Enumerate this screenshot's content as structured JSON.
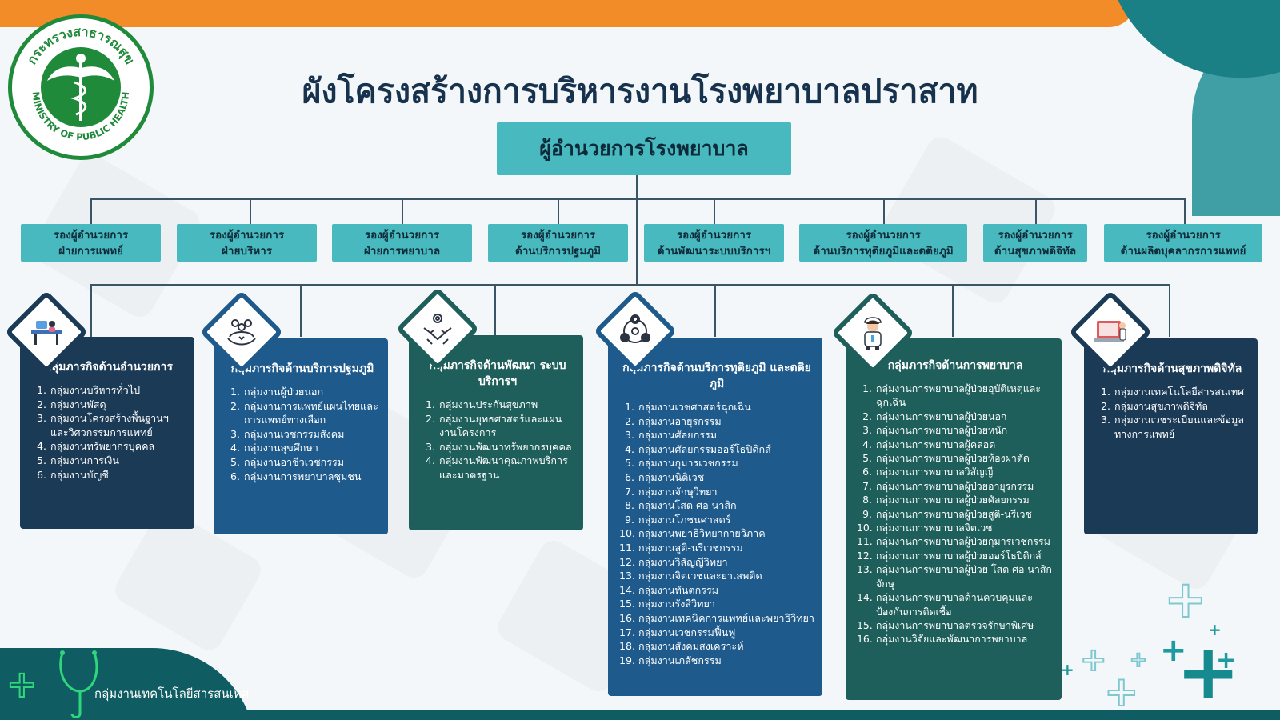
{
  "logo": {
    "text_th": "กระทรวงสาธารณสุข",
    "text_en": "MINISTRY OF PUBLIC HEALTH"
  },
  "title": "ผังโครงสร้างการบริหารงานโรงพยาบาลปราสาท",
  "director": "ผู้อำนวยการโรงพยาบาล",
  "deputies": [
    {
      "line1": "รองผู้อำนวยการ",
      "line2": "ฝ่ายการแพทย์"
    },
    {
      "line1": "รองผู้อำนวยการ",
      "line2": "ฝ่ายบริหาร"
    },
    {
      "line1": "รองผู้อำนวยการ",
      "line2": "ฝ่ายการพยาบาล"
    },
    {
      "line1": "รองผู้อำนวยการ",
      "line2": "ด้านบริการปฐมภูมิ"
    },
    {
      "line1": "รองผู้อำนวยการ",
      "line2": "ด้านพัฒนาระบบบริการฯ"
    },
    {
      "line1": "รองผู้อำนวยการ",
      "line2": "ด้านบริการทุติยภูมิและตติยภูมิ"
    },
    {
      "line1": "รองผู้อำนวยการ",
      "line2": "ด้านสุขภาพดิจิทัล"
    },
    {
      "line1": "รองผู้อำนวยการ",
      "line2": "ด้านผลิตบุคลากรการแพทย์"
    }
  ],
  "groups": [
    {
      "title": "กลุ่มภารกิจด้านอำนวยการ",
      "icon": "office-work-icon",
      "color": "#1b3a56",
      "items": [
        "กลุ่มงานบริหารทั่วไป",
        "กลุ่มงานพัสดุ",
        "กลุ่มงานโครงสร้างพื้นฐานฯและวิศวกรรมการแพทย์",
        "กลุ่มงานทรัพยากรบุคคล",
        "กลุ่มงานการเงิน",
        "กลุ่มงานบัญชี"
      ]
    },
    {
      "title": "กลุ่มภารกิจด้านบริการปฐมภูมิ",
      "icon": "community-care-icon",
      "color": "#1e5a8c",
      "items": [
        "กลุ่มงานผู้ป่วยนอก",
        "กลุ่มงานการแพทย์แผนไทยและการแพทย์ทางเลือก",
        "กลุ่มงานเวชกรรมสังคม",
        "กลุ่มงานสุขศึกษา",
        "กลุ่มงานอาชีวเวชกรรม",
        "กลุ่มงานการพยาบาลชุมชน"
      ]
    },
    {
      "title": "กลุ่มภารกิจด้านพัฒนา ระบบบริการฯ",
      "icon": "teamwork-gear-icon",
      "color": "#1f5f5b",
      "items": [
        "กลุ่มงานประกันสุขภาพ",
        "กลุ่มงานยุทธศาสตร์และแผนงานโครงการ",
        "กลุ่มงานพัฒนาทรัพยากรบุคคล",
        "กลุ่มงานพัฒนาคุณภาพบริการและมาตรฐาน"
      ]
    },
    {
      "title": "กลุ่มภารกิจด้านบริการทุติยภูมิ และตติยภูมิ",
      "icon": "medical-network-icon",
      "color": "#1e5a8c",
      "items": [
        "กลุ่มงานเวชศาสตร์ฉุกเฉิน",
        "กลุ่มงานอายุรกรรม",
        "กลุ่มงานศัลยกรรม",
        "กลุ่มงานศัลยกรรมออร์โธปิดิกส์",
        "กลุ่มงานกุมารเวชกรรม",
        "กลุ่มงานนิติเวช",
        "กลุ่มงานจักษุวิทยา",
        "กลุ่มงานโสต ศอ นาสิก",
        "กลุ่มงานโภชนศาสตร์",
        "กลุ่มงานพยาธิวิทยากายวิภาค",
        "กลุ่มงานสูติ-นรีเวชกรรม",
        "กลุ่มงานวิสัญญีวิทยา",
        "กลุ่มงานจิตเวชและยาเสพติด",
        "กลุ่มงานทันตกรรม",
        "กลุ่มงานรังสีวิทยา",
        "กลุ่มงานเทคนิคการแพทย์และพยาธิวิทยา",
        "กลุ่มงานเวชกรรมฟื้นฟู",
        "กลุ่มงานสังคมสงเคราะห์",
        "กลุ่มงานเภสัชกรรม"
      ]
    },
    {
      "title": "กลุ่มภารกิจด้านการพยาบาล",
      "icon": "nurse-icon",
      "color": "#1f5f5b",
      "items": [
        "กลุ่มงานการพยาบาลผู้ป่วยอุบัติเหตุและฉุกเฉิน",
        "กลุ่มงานการพยาบาลผู้ป่วยนอก",
        "กลุ่มงานการพยาบาลผู้ป่วยหนัก",
        "กลุ่มงานการพยาบาลผู้คลอด",
        "กลุ่มงานการพยาบาลผู้ป่วยห้องผ่าตัด",
        "กลุ่มงานการพยาบาลวิสัญญี",
        "กลุ่มงานการพยาบาลผู้ป่วยอายุรกรรม",
        "กลุ่มงานการพยาบาลผู้ป่วยศัลยกรรม",
        "กลุ่มงานการพยาบาลผู้ป่วยสูติ-นรีเวช",
        "กลุ่มงานการพยาบาลจิตเวช",
        "กลุ่มงานการพยาบาลผู้ป่วยกุมารเวชกรรม",
        "กลุ่มงานการพยาบาลผู้ป่วยออร์โธปิดิกส์",
        "กลุ่มงานการพยาบาลผู้ป่วย โสต ศอ นาสิก จักษุ",
        "กลุ่มงานการพยาบาลด้านควบคุมและป้องกันการติดเชื้อ",
        "กลุ่มงานการพยาบาลตรวจรักษาพิเศษ",
        "กลุ่มงานวิจัยและพัฒนาการพยาบาล"
      ]
    },
    {
      "title": "กลุ่มภารกิจด้านสุขภาพดิจิทัล",
      "icon": "digital-health-icon",
      "color": "#1b3a56",
      "items": [
        "กลุ่มงานเทคโนโลยีสารสนเทศ",
        "กลุ่มงานสุขภาพดิจิทัล",
        "กลุ่มงานเวชระเบียนและข้อมูลทางการแพทย์"
      ]
    }
  ],
  "footer": "กลุ่มงานเทคโนโลยีสารสนเทศ"
}
